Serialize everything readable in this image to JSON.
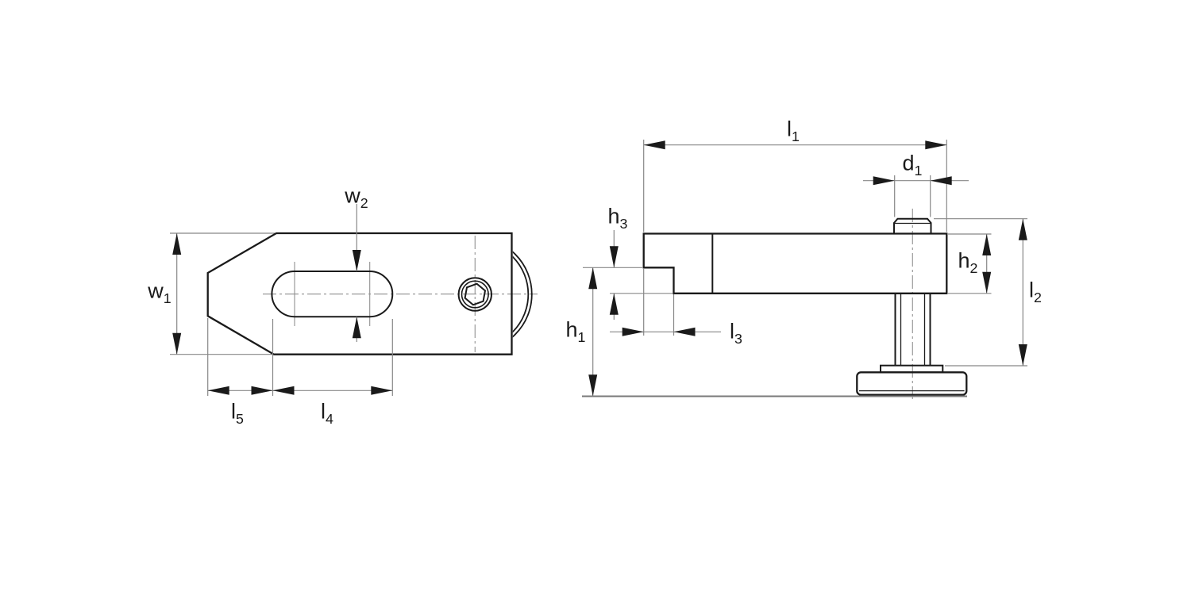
{
  "drawing": {
    "kind": "technical-dimension-drawing",
    "views": [
      {
        "id": "top-view",
        "dimension_labels": [
          "w1",
          "w2",
          "l5",
          "l4"
        ]
      },
      {
        "id": "side-view",
        "dimension_labels": [
          "l1",
          "d1",
          "h3",
          "h1",
          "l3",
          "h2",
          "l2"
        ]
      }
    ]
  },
  "labels": {
    "w1": {
      "main": "w",
      "sub": "1"
    },
    "w2": {
      "main": "w",
      "sub": "2"
    },
    "l1": {
      "main": "l",
      "sub": "1"
    },
    "l2": {
      "main": "l",
      "sub": "2"
    },
    "l3": {
      "main": "l",
      "sub": "3"
    },
    "l4": {
      "main": "l",
      "sub": "4"
    },
    "l5": {
      "main": "l",
      "sub": "5"
    },
    "h1": {
      "main": "h",
      "sub": "1"
    },
    "h2": {
      "main": "h",
      "sub": "2"
    },
    "h3": {
      "main": "h",
      "sub": "3"
    },
    "d1": {
      "main": "d",
      "sub": "1"
    }
  },
  "colors": {
    "background": "#ffffff",
    "part_outline": "#1a1a1a",
    "dimension_line": "#878787",
    "centerline": "#9a9a9a",
    "arrowhead": "#1a1a1a"
  }
}
